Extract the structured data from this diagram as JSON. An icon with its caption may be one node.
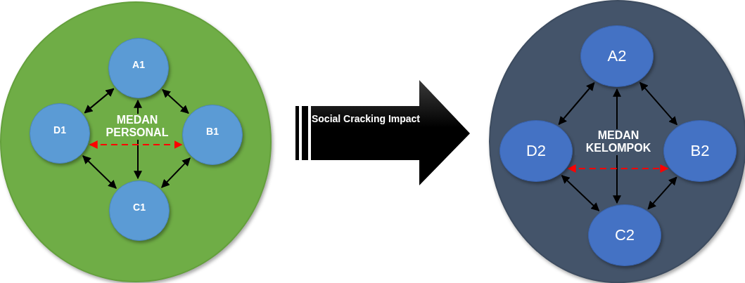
{
  "diagram": {
    "nodes": [
      {
        "text": [
          "MEDAN PERSONAL"
        ]
      },
      {
        "text": [
          "A1"
        ],
        "in": 0
      },
      {
        "text": [
          "D1"
        ],
        "in": 0
      },
      {
        "text": [
          "B1"
        ],
        "in": 0
      },
      {
        "text": [
          "C1"
        ],
        "in": 0
      },
      {
        "text": [
          "Social Cracking Impact"
        ]
      },
      {
        "text": [
          "MEDAN KELOMPOK"
        ]
      },
      {
        "text": [
          "A2"
        ],
        "in": 6
      },
      {
        "text": [
          "D2"
        ],
        "in": 6
      },
      {
        "text": [
          "B2"
        ],
        "in": 6
      },
      {
        "text": [
          "C2"
        ],
        "in": 6
      }
    ],
    "edges": [
      {
        "from": 1,
        "to": 2,
        "arrow": "both"
      },
      {
        "from": 1,
        "to": 3,
        "arrow": "both"
      },
      {
        "from": 2,
        "to": 4,
        "arrow": "both"
      },
      {
        "from": 3,
        "to": 4,
        "arrow": "both"
      },
      {
        "from": 1,
        "to": 4,
        "arrow": "both"
      },
      {
        "from": 2,
        "to": 3,
        "arrow": "both",
        "style": "dashed",
        "color": "#ff0000"
      },
      {
        "from": 7,
        "to": 8,
        "arrow": "both"
      },
      {
        "from": 7,
        "to": 9,
        "arrow": "both"
      },
      {
        "from": 8,
        "to": 10,
        "arrow": "both"
      },
      {
        "from": 9,
        "to": 10,
        "arrow": "both"
      },
      {
        "from": 7,
        "to": 10,
        "arrow": "both"
      },
      {
        "from": 8,
        "to": 9,
        "arrow": "both",
        "style": "dashed",
        "color": "#ff0000"
      }
    ]
  }
}
